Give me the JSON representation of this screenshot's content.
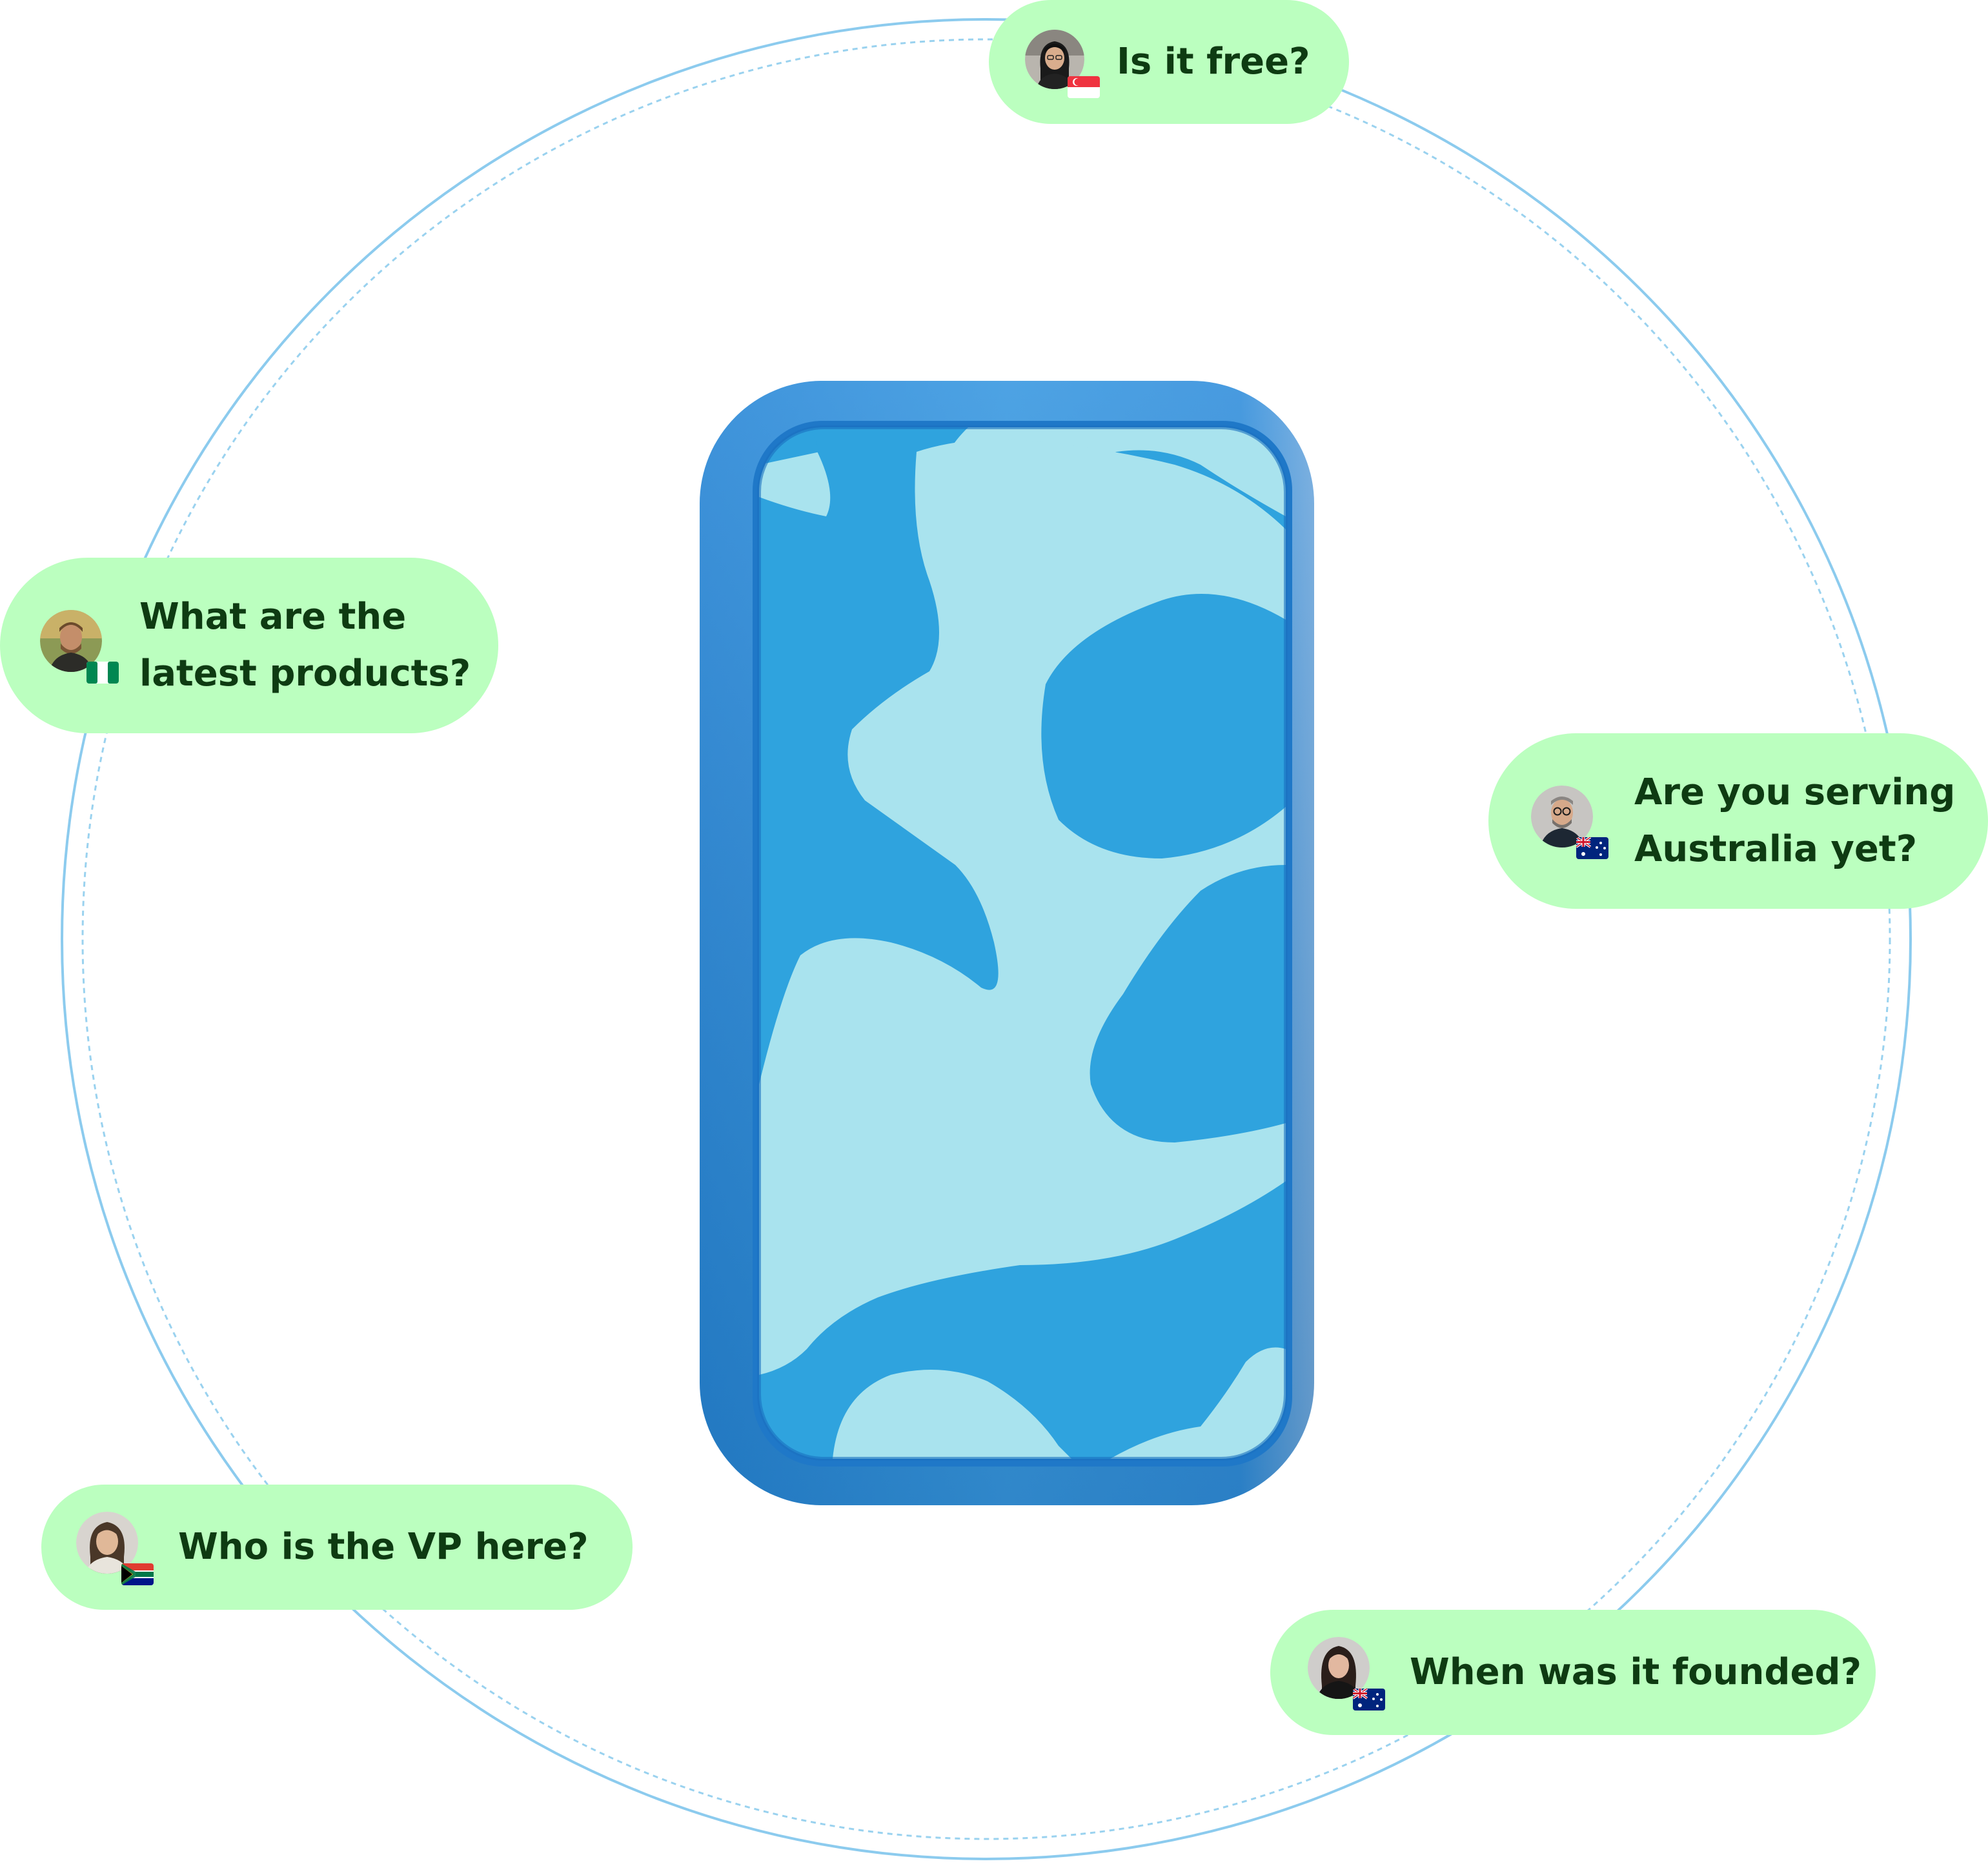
{
  "accent_colors": {
    "bubble": "#bbffbf",
    "bubble_text": "#0e3b12",
    "orbit": "#7fc6ec",
    "phone_frame": "#2d8fdb",
    "phone_screen_dark": "#2fa3de",
    "phone_screen_light": "#a9e3ee"
  },
  "bubbles": [
    {
      "id": "free",
      "avatar_icon": "woman-avatar-icon",
      "flag_icon": "singapore-flag-icon",
      "lines": [
        "Is it free?"
      ]
    },
    {
      "id": "products",
      "avatar_icon": "man-avatar-icon",
      "flag_icon": "nigeria-flag-icon",
      "lines": [
        "What are the",
        "latest products?"
      ]
    },
    {
      "id": "australia",
      "avatar_icon": "man-avatar-icon",
      "flag_icon": "australia-flag-icon",
      "lines": [
        "Are you serving",
        "Australia yet?"
      ]
    },
    {
      "id": "vp",
      "avatar_icon": "woman-avatar-icon",
      "flag_icon": "south-africa-flag-icon",
      "lines": [
        "Who is the VP here?"
      ]
    },
    {
      "id": "founded",
      "avatar_icon": "woman-avatar-icon",
      "flag_icon": "australia-flag-icon",
      "lines": [
        "When was it founded?"
      ]
    }
  ]
}
